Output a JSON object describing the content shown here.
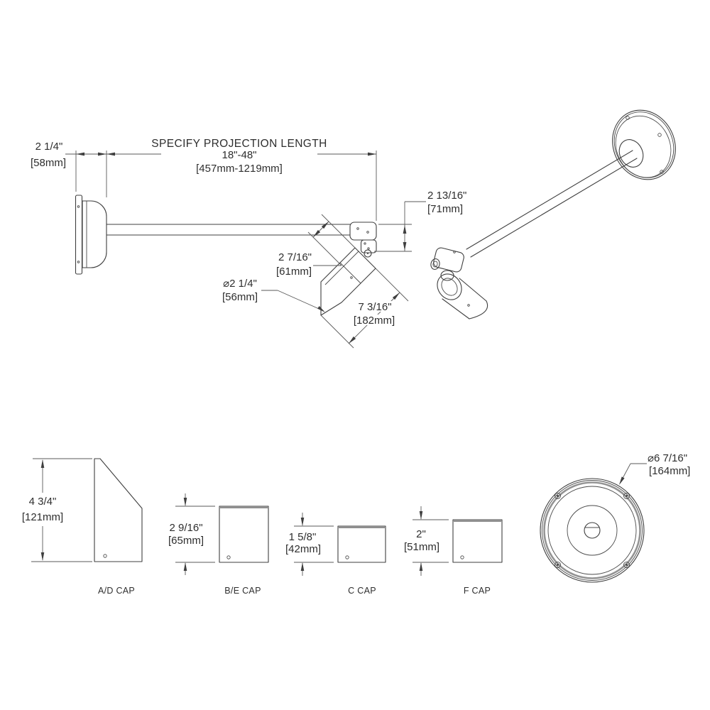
{
  "side_view": {
    "canopy_depth_in": "2 1/4\"",
    "canopy_depth_mm": "[58mm]",
    "projection_label": "SPECIFY PROJECTION LENGTH",
    "projection_range_in": "18\"-48\"",
    "projection_range_mm": "[457mm-1219mm]",
    "mount_drop_in": "2 13/16\"",
    "mount_drop_mm": "[71mm]",
    "head_cap_in": "2 7/16\"",
    "head_cap_mm": "[61mm]",
    "head_dia_in": "⌀2 1/4\"",
    "head_dia_mm": "[56mm]",
    "head_length_in": "7 3/16\"",
    "head_length_mm": "[182mm]"
  },
  "caps": {
    "ad": {
      "label": "A/D CAP",
      "height_in": "4 3/4\"",
      "height_mm": "[121mm]"
    },
    "be": {
      "label": "B/E CAP",
      "height_in": "2 9/16\"",
      "height_mm": "[65mm]"
    },
    "c": {
      "label": "C CAP",
      "height_in": "1 5/8\"",
      "height_mm": "[42mm]"
    },
    "f": {
      "label": "F CAP",
      "height_in": "2\"",
      "height_mm": "[51mm]"
    }
  },
  "canopy_back_view": {
    "dia_in": "⌀6 7/16\"",
    "dia_mm": "[164mm]"
  }
}
